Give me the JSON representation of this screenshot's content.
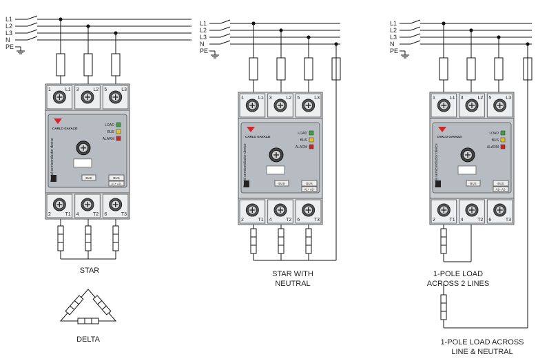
{
  "lines": [
    "L1",
    "L2",
    "L3",
    "N",
    "PE"
  ],
  "terminals_top": [
    {
      "num": "1",
      "label": "L1"
    },
    {
      "num": "3",
      "label": "L2"
    },
    {
      "num": "5",
      "label": "L3"
    }
  ],
  "terminals_bottom": [
    {
      "num": "2",
      "label": "T1"
    },
    {
      "num": "4",
      "label": "T2"
    },
    {
      "num": "6",
      "label": "T3"
    }
  ],
  "device": {
    "brand": "CARLO GAVAZZI",
    "side_text": "Digital semiconductor device",
    "leds": [
      {
        "label": "LOAD",
        "color": "#3aa33a"
      },
      {
        "label": "BUS",
        "color": "#e8c21a"
      },
      {
        "label": "ALARM",
        "color": "#d42020"
      }
    ],
    "port_label": "BUS",
    "port_label2": "BUS",
    "port_pins": "A1+ A2-",
    "accent": "#d8232a"
  },
  "captions": {
    "star": "STAR",
    "delta": "DELTA",
    "star_neutral": [
      "STAR WITH",
      "NEUTRAL"
    ],
    "load_two_lines": [
      "1-POLE LOAD",
      "ACROSS 2 LINES"
    ],
    "load_line_neutral": [
      "1-POLE LOAD ACROSS",
      "LINE & NEUTRAL"
    ]
  }
}
